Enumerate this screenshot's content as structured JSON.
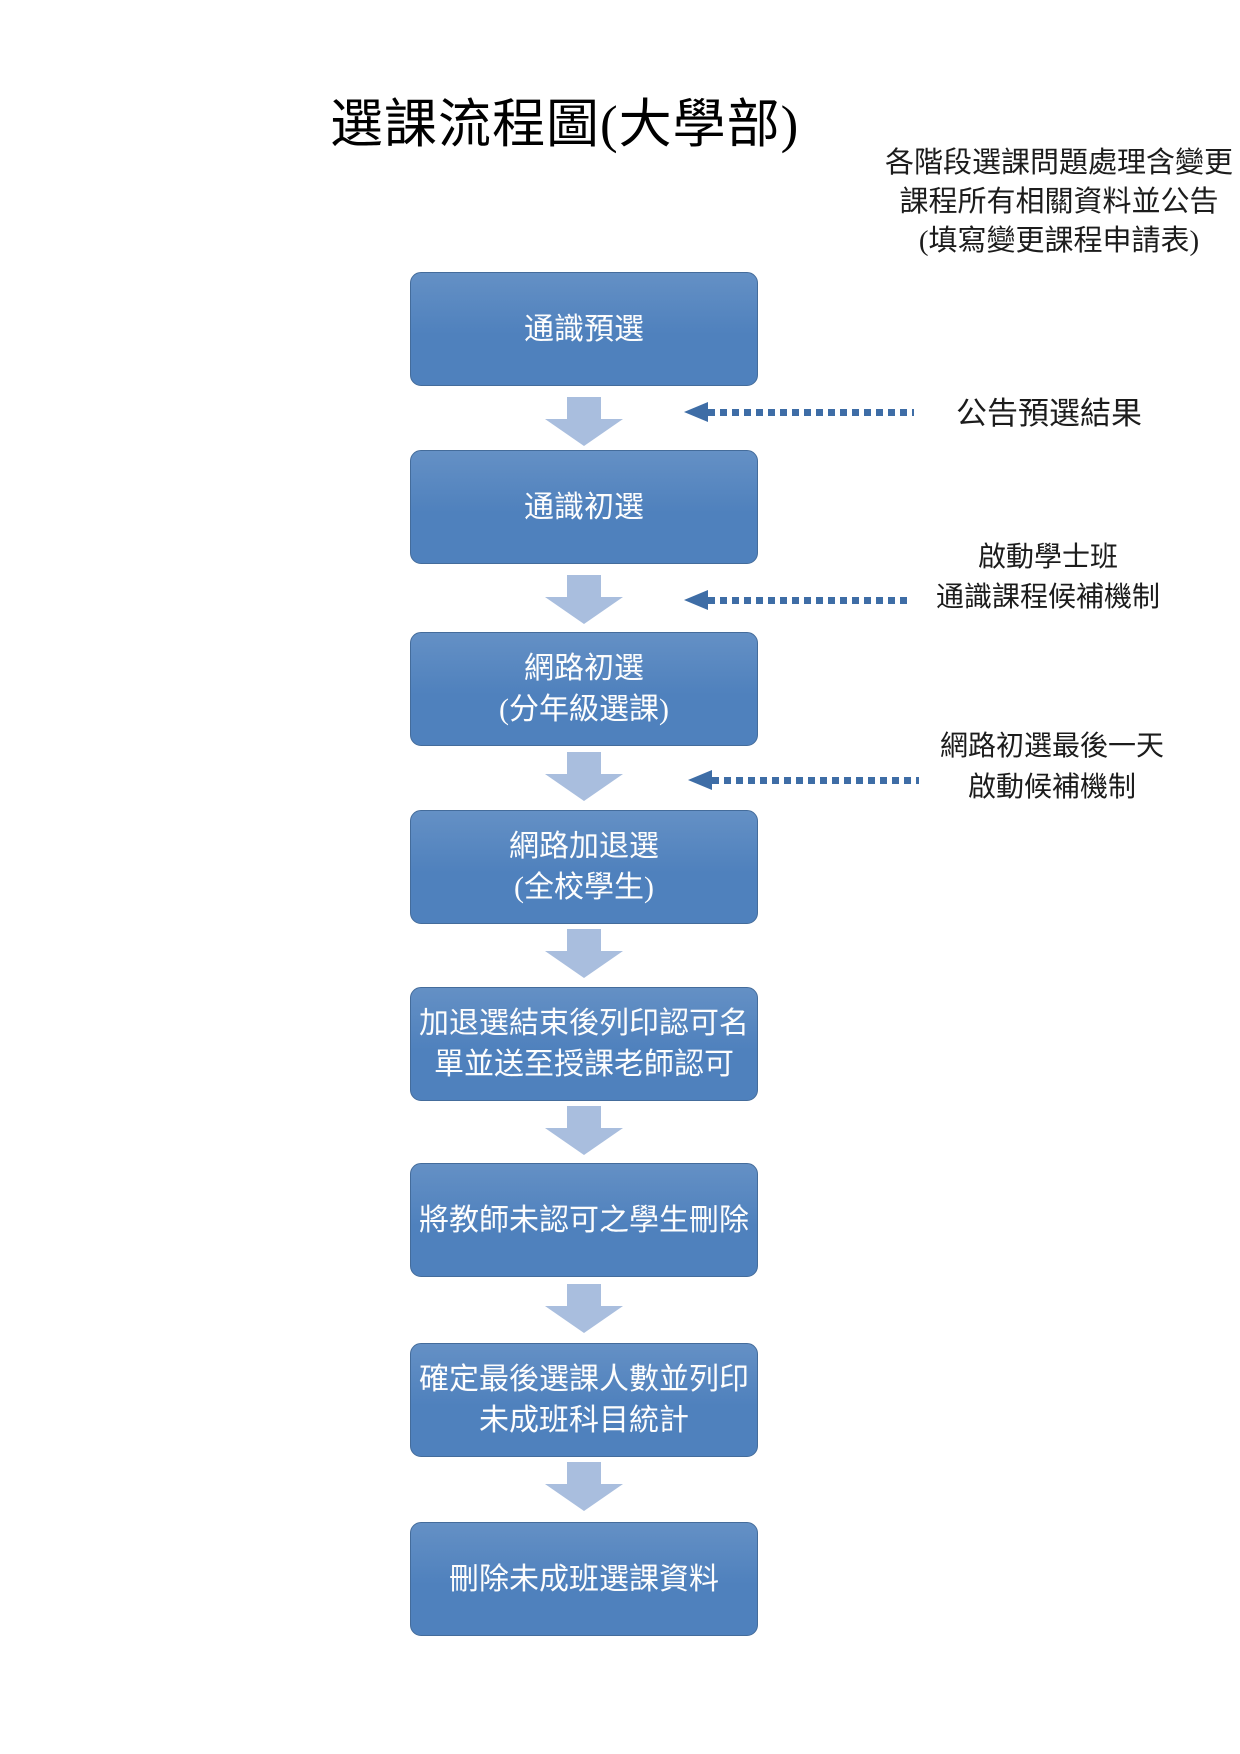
{
  "page": {
    "title": "選課流程圖(大學部)"
  },
  "colors": {
    "box_fill": "#4f81bd",
    "box_border": "#446c9b",
    "block_arrow": "#a9bede",
    "connector": "#3e6da6",
    "box_text": "#ffffff",
    "text": "#000000"
  },
  "flow": {
    "boxes": [
      {
        "label": "通識預選"
      },
      {
        "label": "通識初選"
      },
      {
        "label": "網路初選\n(分年級選課)"
      },
      {
        "label": "網路加退選\n(全校學生)"
      },
      {
        "label": "加退選結束後列印認可名\n單並送至授課老師認可"
      },
      {
        "label": "將教師未認可之學生刪除"
      },
      {
        "label": "確定最後選課人數並列印\n未成班科目統計"
      },
      {
        "label": "刪除未成班選課資料"
      }
    ]
  },
  "annotations": {
    "top_note": "各階段選課問題處理含變更\n課程所有相關資料並公告\n(填寫變更課程申請表)",
    "note1": "公告預選結果",
    "note2": "啟動學士班\n通識課程候補機制",
    "note3": "網路初選最後一天\n啟動候補機制"
  }
}
